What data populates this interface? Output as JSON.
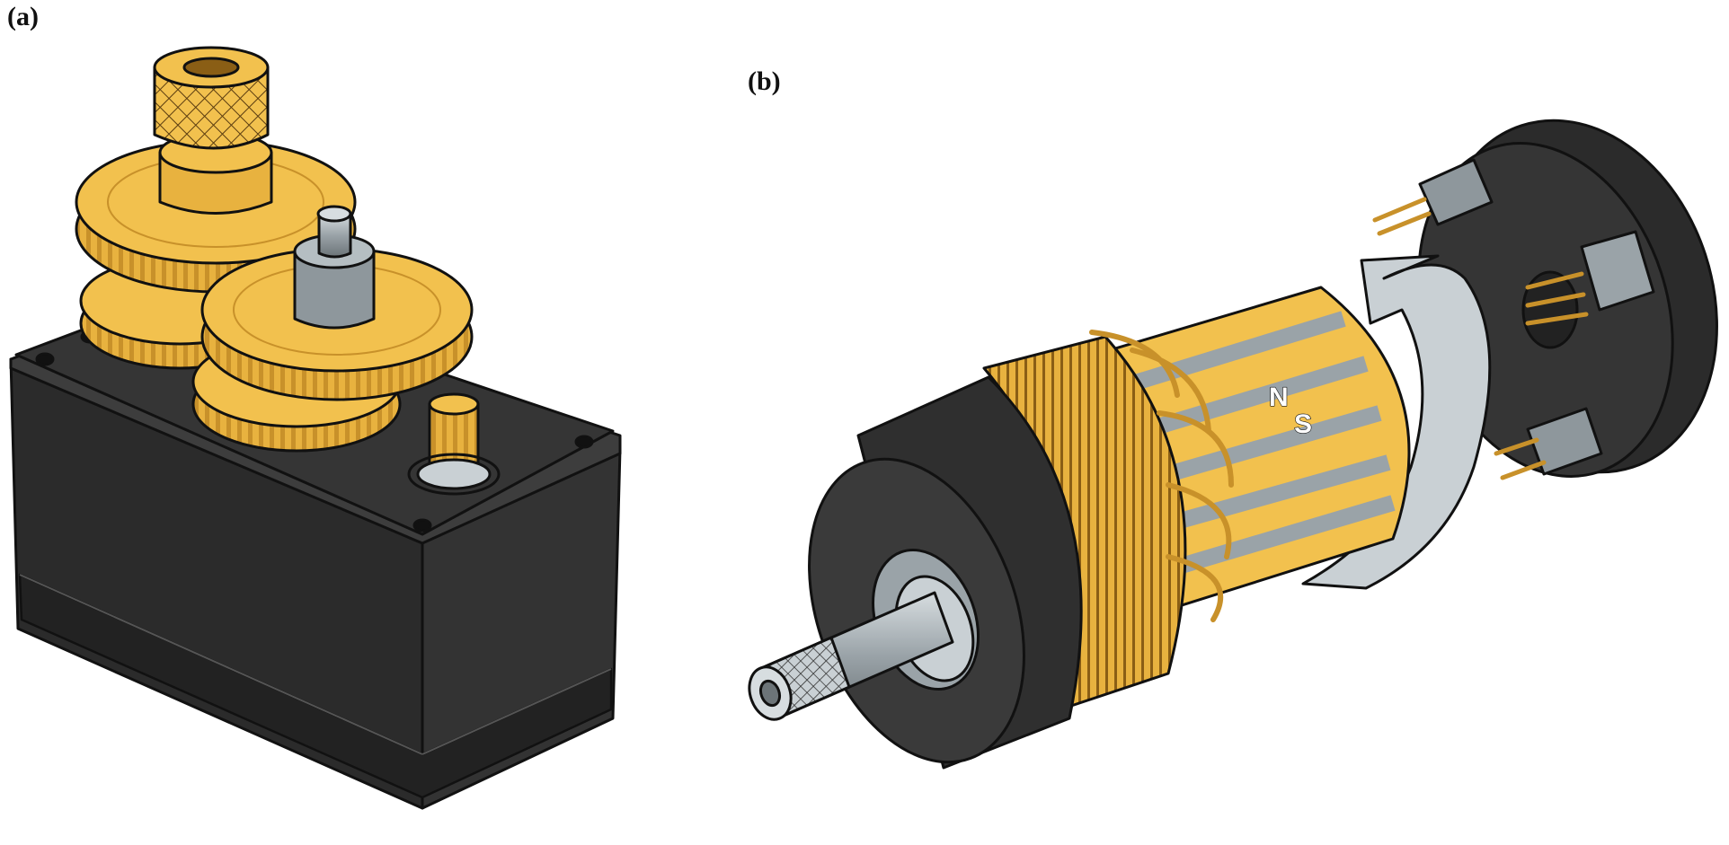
{
  "panels": {
    "a": {
      "label": "(a)"
    },
    "b": {
      "label": "(b)"
    }
  },
  "magnet": {
    "north": "N",
    "south": "S"
  },
  "colors": {
    "housing": "#2b2b2b",
    "housing_top": "#3a3a3a",
    "gold": "#f2c14e",
    "gold_dark": "#c8912a",
    "steel": "#9aa3a8",
    "steel_light": "#c9d0d4",
    "outline": "#111111"
  }
}
